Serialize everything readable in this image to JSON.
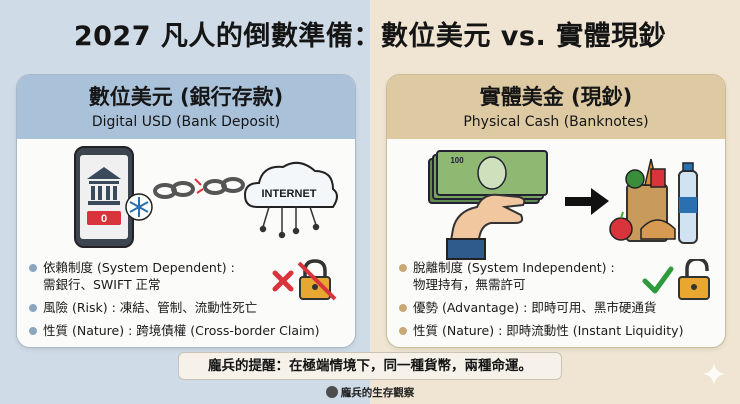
{
  "title": "2027 凡人的倒數準備：數位美元 vs. 實體現鈔",
  "left": {
    "heading": "數位美元 (銀行存款)",
    "subheading": "Digital USD (Bank Deposit)",
    "internet_label": "INTERNET",
    "phone_display": "0",
    "bullets": [
      {
        "line1": "依賴制度 (System Dependent) :",
        "line2": "需銀行、SWIFT 正常"
      },
      {
        "line1": "風險 (Risk) : 凍結、管制、流動性死亡"
      },
      {
        "line1": "性質 (Nature) : 跨境債權 (Cross-border Claim)"
      }
    ],
    "colors": {
      "background": "#cfdbe6",
      "header": "#a9c2da",
      "accent": "#d9333b"
    }
  },
  "right": {
    "heading": "實體美金 (現鈔)",
    "subheading": "Physical Cash (Banknotes)",
    "bill_label": "100",
    "bullets": [
      {
        "line1": "脫離制度 (System Independent) :",
        "line2": "物理持有，無需許可"
      },
      {
        "line1": "優勢 (Advantage) : 即時可用、黑市硬通貨"
      },
      {
        "line1": "性質 (Nature) : 即時流動性 (Instant Liquidity)"
      }
    ],
    "colors": {
      "background": "#efe5d2",
      "header": "#ddc9a2",
      "accent": "#2e9a3c"
    }
  },
  "banner": "龐兵的提醒：在極端情境下，同一種貨幣，兩種命運。",
  "brand": "龐兵的生存觀察",
  "icons": [
    "phone-bank-icon",
    "snowflake-icon",
    "broken-chain-icon",
    "cloud-internet-icon",
    "red-x-icon",
    "locked-padlock-icon",
    "cash-hand-icon",
    "arrow-right-icon",
    "groceries-icon",
    "checkmark-icon",
    "unlocked-padlock-icon",
    "sparkle-icon"
  ]
}
